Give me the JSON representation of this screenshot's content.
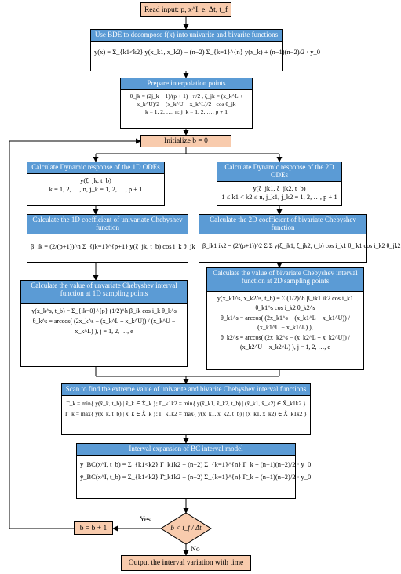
{
  "start": "Read input: p, x^I, e, Δt, t_f",
  "bde": {
    "title": "Use BDE to decompose f(x) into univarite and bivarite functions",
    "formula": "y(x) = Σ_{k1<k2} y(x_k1, x_k2) − (n−2) Σ_{k=1}^{n} y(x_k) + (n−1)(n−2)/2 · y_0"
  },
  "interp": {
    "title": "Prepare interpolation points",
    "line1": "θ_jk = (2j_k − 1)/(p + 1) · π/2 ,  ξ_jk = (x_k^L + x_k^U)/2 − (x_k^U − x_k^L)/2 · cos θ_jk",
    "line2": "k = 1, 2, …, n;  j_k = 1, 2, …, p + 1"
  },
  "init": "Initialize b = 0",
  "left1": {
    "title": "Calculate Dynamic response of the 1D ODEs",
    "line1": "y(ξ_jk, t_b)",
    "line2": "k = 1, 2, …, n, j_k = 1, 2, …, p + 1"
  },
  "right1": {
    "title": "Calculate Dynamic response of the 2D ODEs",
    "line1": "y(ξ_jk1, ξ_jk2, t_b)",
    "line2": "1 ≤ k1 < k2 ≤ n, j_k1, j_k2 = 1, 2, …, p + 1"
  },
  "left2": {
    "title": "Calculate the 1D coefficient of univariate Chebyshev function",
    "formula": "β_ik = (2/(p+1))^n Σ_{jk=1}^{p+1} y(ξ_jk, t_b) cos i_k θ_jk"
  },
  "right2": {
    "title": "Calculate the 2D coefficient of bivariate Chebyshev function",
    "formula": "β_ik1 ik2 = (2/(p+1))^2 Σ Σ y(ξ_jk1, ξ_jk2, t_b) cos i_k1 θ_jk1 cos i_k2 θ_jk2"
  },
  "left3": {
    "title": "Calculate the value of unvariate Chebyshev interval function at 1D sampling points",
    "line1": "y(x_k^s, t_b) = Σ_{ik=0}^{p} (1/2)^h β_ik cos i_k θ_k^s",
    "line2": "θ_k^s = arccos( (2x_k^s − (x_k^L + x_k^U)) / (x_k^U − x_k^L) ),  j = 1, 2, …, e"
  },
  "right3": {
    "title": "Calculate the value of bivariate Chebyshev interval function at 2D sampling points",
    "line1": "y(x_k1^s, x_k2^s, t_b) = Σ (1/2)^h β_ik1 ik2 cos i_k1 θ_k1^s cos i_k2 θ_k2^s",
    "line2": "θ_k1^s = arccos( (2x_k1^s − (x_k1^L + x_k1^U)) / (x_k1^U − x_k1^L) ),",
    "line3": "θ_k2^s = arccos( (2x_k2^s − (x_k2^L + x_k2^U)) / (x_k2^U − x_k2^L) ),  j = 1, 2, …, e"
  },
  "scan": {
    "title": "Scan to find the extreme value of univarite and bivarite Chebyshev interval functions",
    "line1": "Γ_k = min{ y(x̂_k, t_b) | x̂_k ∈ X̂_k };  Γ_k1k2 = min{ y(x̂_k1, x̂_k2, t_b) | (x̂_k1, x̂_k2) ∈ X̂_k1k2 }",
    "line2": "Γ̄_k = max{ y(x̂_k, t_b) | x̂_k ∈ X̂_k };  Γ̄_k1k2 = max{ y(x̂_k1, x̂_k2, t_b) | (x̂_k1, x̂_k2) ∈ X̂_k1k2 }"
  },
  "expand": {
    "title": "Interval expansion of BC interval model",
    "line1": "y_BC(x^I, t_b) = Σ_{k1<k2} Γ_k1k2 − (n−2) Σ_{k=1}^{n} Γ_k + (n−1)(n−2)/2 · y_0",
    "line2": "ȳ_BC(x^I, t_b) = Σ_{k1<k2} Γ̄_k1k2 − (n−2) Σ_{k=1}^{n} Γ̄_k + (n−1)(n−2)/2 · y_0"
  },
  "increment": "b = b + 1",
  "decision": "b < t_f / Δt",
  "yes": "Yes",
  "no": "No",
  "end": "Output the interval variation with time",
  "colors": {
    "header": "#5b9bd5",
    "terminal": "#f8cbad",
    "line": "#000000"
  }
}
